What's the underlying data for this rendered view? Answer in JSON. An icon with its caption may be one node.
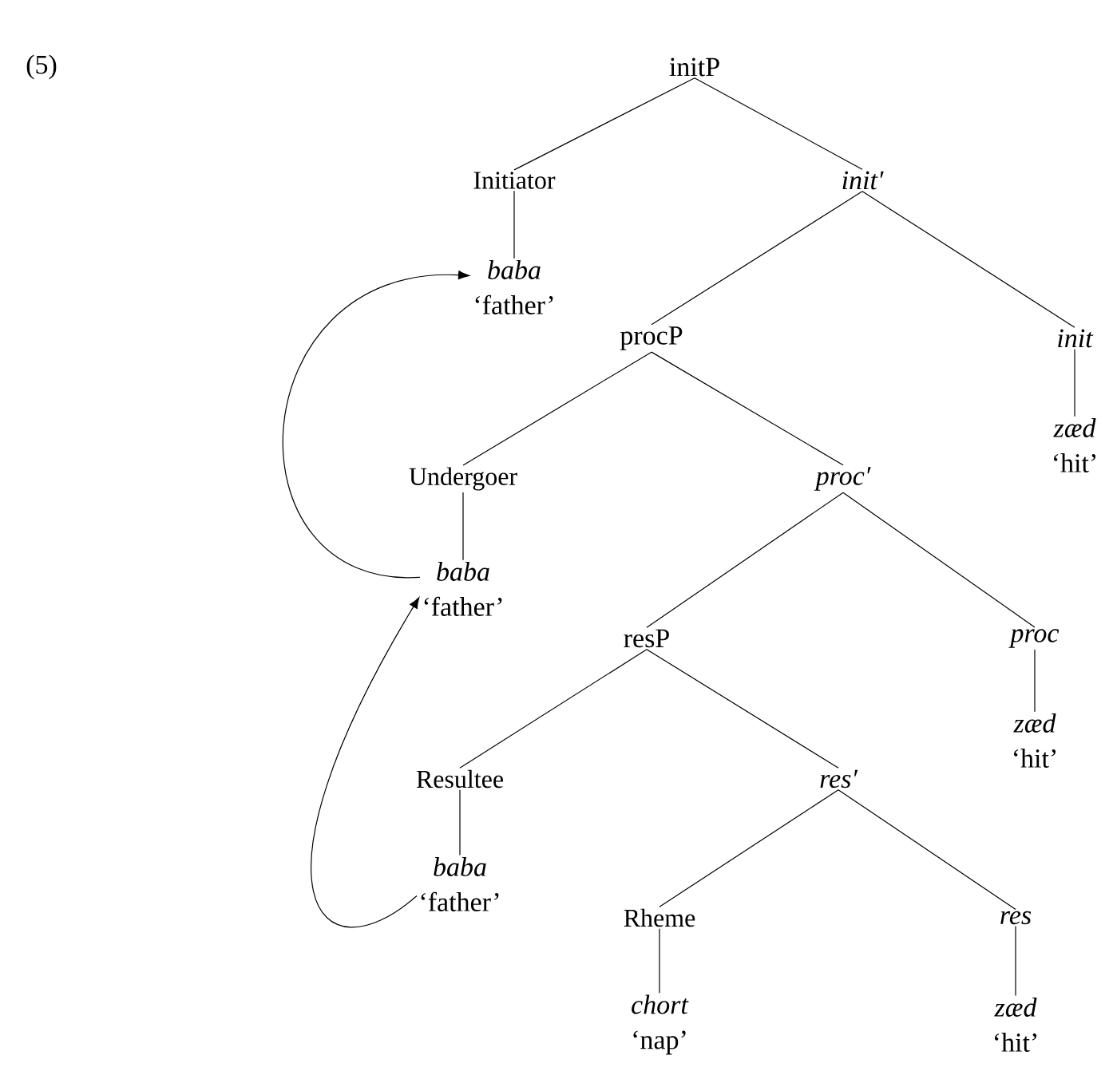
{
  "diagram": {
    "nodes": [
      {
        "text": [
          "initP"
        ]
      },
      {
        "text": [
          "Initiator"
        ]
      },
      {
        "text": [
          "baba",
          "‘father’"
        ]
      },
      {
        "text": [
          "init′"
        ]
      },
      {
        "text": [
          "procP"
        ]
      },
      {
        "text": [
          "init"
        ]
      },
      {
        "text": [
          "zæd",
          "‘hit’"
        ]
      },
      {
        "text": [
          "Undergoer"
        ]
      },
      {
        "text": [
          "baba",
          "‘father’"
        ]
      },
      {
        "text": [
          "proc′"
        ]
      },
      {
        "text": [
          "resP"
        ]
      },
      {
        "text": [
          "proc"
        ]
      },
      {
        "text": [
          "zæd",
          "‘hit’"
        ]
      },
      {
        "text": [
          "Resultee"
        ]
      },
      {
        "text": [
          "baba",
          "‘father’"
        ]
      },
      {
        "text": [
          "res′"
        ]
      },
      {
        "text": [
          "Rheme"
        ]
      },
      {
        "text": [
          "res"
        ]
      },
      {
        "text": [
          "chort",
          "‘nap’"
        ]
      },
      {
        "text": [
          "zæd",
          "‘hit’"
        ]
      }
    ],
    "edges": [
      {
        "from": 0,
        "to": 1,
        "arrow": "none"
      },
      {
        "from": 0,
        "to": 3,
        "arrow": "none"
      },
      {
        "from": 1,
        "to": 2,
        "arrow": "none"
      },
      {
        "from": 3,
        "to": 4,
        "arrow": "none"
      },
      {
        "from": 3,
        "to": 5,
        "arrow": "none"
      },
      {
        "from": 5,
        "to": 6,
        "arrow": "none"
      },
      {
        "from": 4,
        "to": 7,
        "arrow": "none"
      },
      {
        "from": 4,
        "to": 9,
        "arrow": "none"
      },
      {
        "from": 7,
        "to": 8,
        "arrow": "none"
      },
      {
        "from": 9,
        "to": 10,
        "arrow": "none"
      },
      {
        "from": 9,
        "to": 11,
        "arrow": "none"
      },
      {
        "from": 11,
        "to": 12,
        "arrow": "none"
      },
      {
        "from": 10,
        "to": 13,
        "arrow": "none"
      },
      {
        "from": 10,
        "to": 15,
        "arrow": "none"
      },
      {
        "from": 13,
        "to": 14,
        "arrow": "none"
      },
      {
        "from": 15,
        "to": 16,
        "arrow": "none"
      },
      {
        "from": 15,
        "to": 17,
        "arrow": "none"
      },
      {
        "from": 16,
        "to": 18,
        "arrow": "none"
      },
      {
        "from": 17,
        "to": 19,
        "arrow": "none"
      },
      {
        "from": 8,
        "to": 2,
        "arrow": "to"
      },
      {
        "from": 14,
        "to": 8,
        "arrow": "to"
      }
    ],
    "labels": [
      "(5)"
    ]
  }
}
